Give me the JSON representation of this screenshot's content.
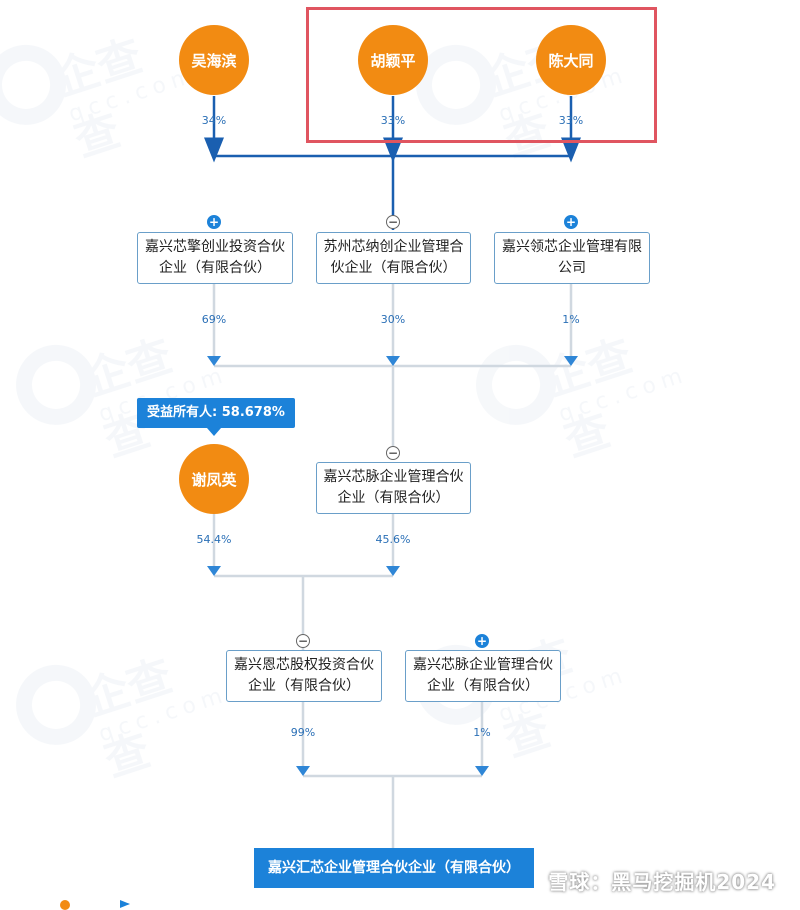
{
  "watermark": {
    "text": "企查查",
    "sub": "qcc.com"
  },
  "persons": [
    {
      "id": "wu",
      "name": "吴海滨",
      "pct": "34%"
    },
    {
      "id": "hu",
      "name": "胡颖平",
      "pct": "33%"
    },
    {
      "id": "chen",
      "name": "陈大同",
      "pct": "33%"
    }
  ],
  "level2": [
    {
      "name": "嘉兴芯擎创业投资合伙企业（有限合伙）",
      "line1": "嘉兴芯擎创业投资合伙",
      "line2": "企业（有限合伙）",
      "pct": "69%",
      "toggle": "+"
    },
    {
      "name": "苏州芯纳创企业管理合伙企业（有限合伙）",
      "line1": "苏州芯纳创企业管理合",
      "line2": "伙企业（有限合伙）",
      "pct": "30%",
      "toggle": "−"
    },
    {
      "name": "嘉兴领芯企业管理有限公司",
      "line1": "嘉兴领芯企业管理有限",
      "line2": "公司",
      "pct": "1%",
      "toggle": "+"
    }
  ],
  "beneficiary": {
    "label": "受益所有人: 58.678%"
  },
  "level3": {
    "person": {
      "name": "谢凤英",
      "pct": "54.4%"
    },
    "company": {
      "line1": "嘉兴芯脉企业管理合伙",
      "line2": "企业（有限合伙）",
      "pct": "45.6%",
      "toggle": "−"
    }
  },
  "level4": [
    {
      "line1": "嘉兴恩芯股权投资合伙",
      "line2": "企业（有限合伙）",
      "pct": "99%",
      "toggle": "−"
    },
    {
      "line1": "嘉兴芯脉企业管理合伙",
      "line2": "企业（有限合伙）",
      "pct": "1%",
      "toggle": "+"
    }
  ],
  "final": {
    "name": "嘉兴汇芯企业管理合伙企业（有限合伙）"
  },
  "footer": {
    "text": "雪球：黑马挖掘机2024"
  },
  "colors": {
    "person": "#f28b12",
    "line": "#1a5fb0",
    "lineLight": "#d0d8e0",
    "accent": "#1c82d9",
    "highlight": "#e05560"
  }
}
